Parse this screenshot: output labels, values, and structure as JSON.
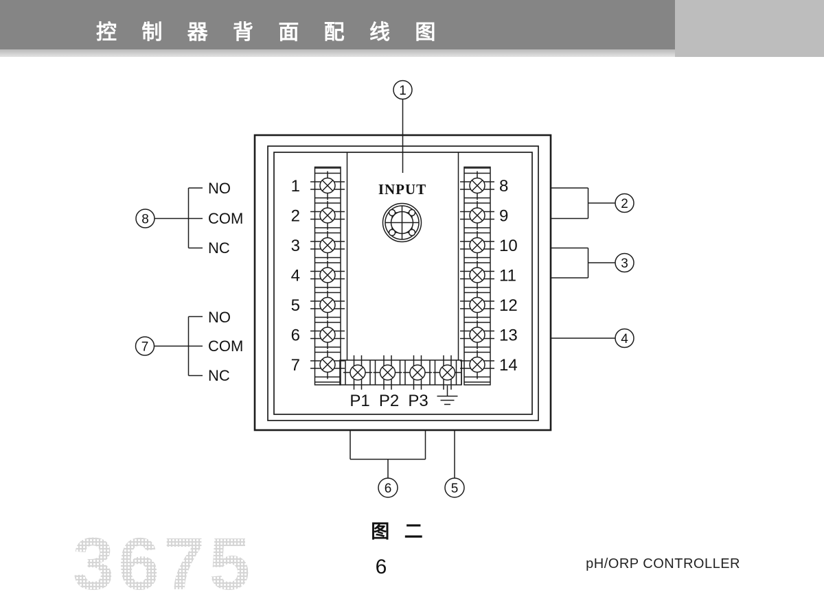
{
  "header": {
    "title": "控 制 器 背 面 配 线 图"
  },
  "diagram": {
    "input_label": "INPUT",
    "left_terminals": [
      "1",
      "2",
      "3",
      "4",
      "5",
      "6",
      "7"
    ],
    "right_terminals": [
      "8",
      "9",
      "10",
      "11",
      "12",
      "13",
      "14"
    ],
    "bottom_terminals": [
      "P1",
      "P2",
      "P3"
    ],
    "ground_icon": "earth-ground-symbol",
    "input_connector_icon": "bnc-connector-icon",
    "callouts": [
      "1",
      "2",
      "3",
      "4",
      "5",
      "6",
      "7",
      "8"
    ],
    "relay_top": {
      "labels": [
        "NO",
        "COM",
        "NC"
      ]
    },
    "relay_bottom": {
      "labels": [
        "NO",
        "COM",
        "NC"
      ]
    }
  },
  "caption": "图 二",
  "footer": {
    "page_number": "6",
    "product": "pH/ORP CONTROLLER",
    "watermark": "3675"
  },
  "colors": {
    "header_bar": "#858585",
    "header_accent_block": "#bdbdbd",
    "line": "#1c1c1c",
    "watermark": "#d6d6d6"
  }
}
